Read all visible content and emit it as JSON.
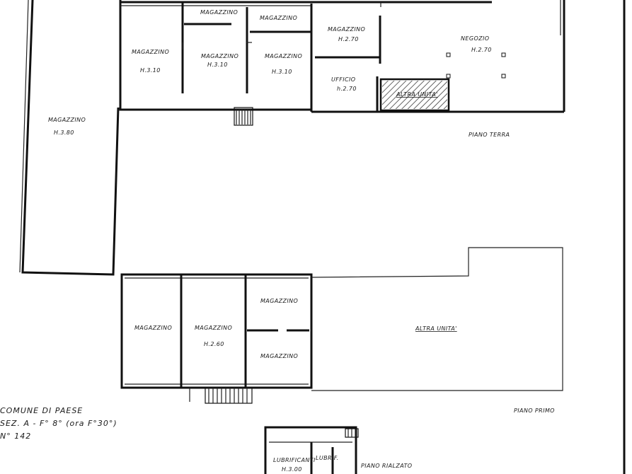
{
  "floors": {
    "ground_floor": {
      "label": "PIANO   TERRA",
      "rooms": {
        "warehouse_left": {
          "name": "MAGAZZINO",
          "height": "H.3.80"
        },
        "warehouse_top_small": {
          "name": "MAGAZZINO"
        },
        "warehouse_top_mid": {
          "name": "MAGAZZINO"
        },
        "warehouse_a": {
          "name": "MAGAZZINO",
          "height": "H.3.10"
        },
        "warehouse_b": {
          "name": "MAGAZZINO",
          "height": "H.3.10"
        },
        "warehouse_c": {
          "name": "MAGAZZINO",
          "height": "H.3.10"
        },
        "warehouse_d": {
          "name": "MAGAZZINO",
          "height": "H.2.70"
        },
        "office": {
          "name": "UFFICIO",
          "height": "h.2.70"
        },
        "shop": {
          "name": "NEGOZIO",
          "height": "H.2.70"
        },
        "other_unit": {
          "name": "ALTRA UNITA'"
        }
      }
    },
    "first_floor": {
      "label": "PIANO  PRIMO",
      "rooms": {
        "warehouse_1": {
          "name": "MAGAZZINO"
        },
        "warehouse_2": {
          "name": "MAGAZZINO",
          "height": "H.2.60"
        },
        "warehouse_3": {
          "name": "MAGAZZINO"
        },
        "warehouse_4": {
          "name": "MAGAZZINO"
        },
        "other_unit": {
          "name": "ALTRA  UNITA'"
        }
      }
    },
    "raised_floor": {
      "label": "PIANO  RIALZATO",
      "rooms": {
        "lubrication": {
          "name": "LUBRIFICANTI",
          "height": "H.3.00"
        },
        "lubrication_small": {
          "name": "LUBRIF."
        }
      }
    }
  },
  "cadastral_note": {
    "line1": "COMUNE  DI  PAESE",
    "line2": "SEZ. A - F° 8° (ora F°30°)",
    "line3": "N° 142"
  }
}
